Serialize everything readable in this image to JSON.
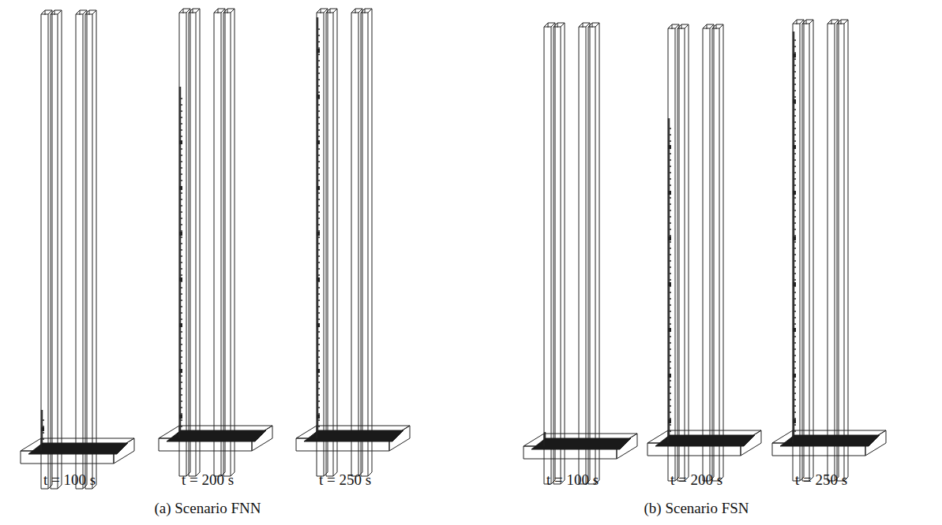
{
  "diagram": {
    "labels": [
      "t = 100 s",
      "t = 200 s",
      "t = 250 s",
      "t = 100 s",
      "t = 200 s",
      "t = 250 s",
      "(a) Scenario FNN",
      "(b) Scenario FSN"
    ]
  }
}
